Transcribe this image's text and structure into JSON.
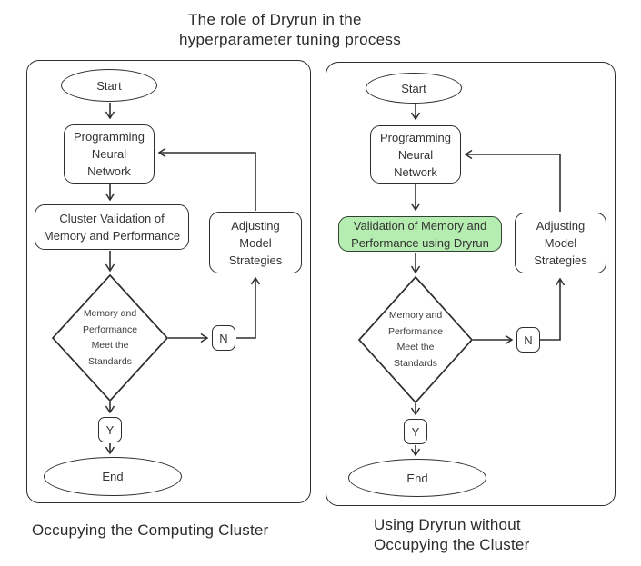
{
  "title": {
    "line1": "The role of Dryrun in the",
    "line2": "hyperparameter tuning process"
  },
  "colors": {
    "line": "#2e2e2e",
    "text": "#333333",
    "highlight_fill": "#b5ecb0",
    "highlight_border": "#324335",
    "background": "#ffffff"
  },
  "left_chart": {
    "caption": "Occupying the Computing Cluster",
    "nodes": {
      "start": "Start",
      "programming": "Programming\nNeural\nNetwork",
      "validation": "Cluster Validation of\nMemory and Performance",
      "adjusting": "Adjusting\nModel\nStrategies",
      "decision": "Memory and\nPerformance\nMeet the\nStandards",
      "no_label": "N",
      "yes_label": "Y",
      "end": "End"
    }
  },
  "right_chart": {
    "caption": "Using Dryrun without\nOccupying the Cluster",
    "nodes": {
      "start": "Start",
      "programming": "Programming\nNeural\nNetwork",
      "validation": "Validation of Memory and\nPerformance using Dryrun",
      "adjusting": "Adjusting\nModel\nStrategies",
      "decision": "Memory and\nPerformance\nMeet the\nStandards",
      "no_label": "N",
      "yes_label": "Y",
      "end": "End"
    }
  }
}
